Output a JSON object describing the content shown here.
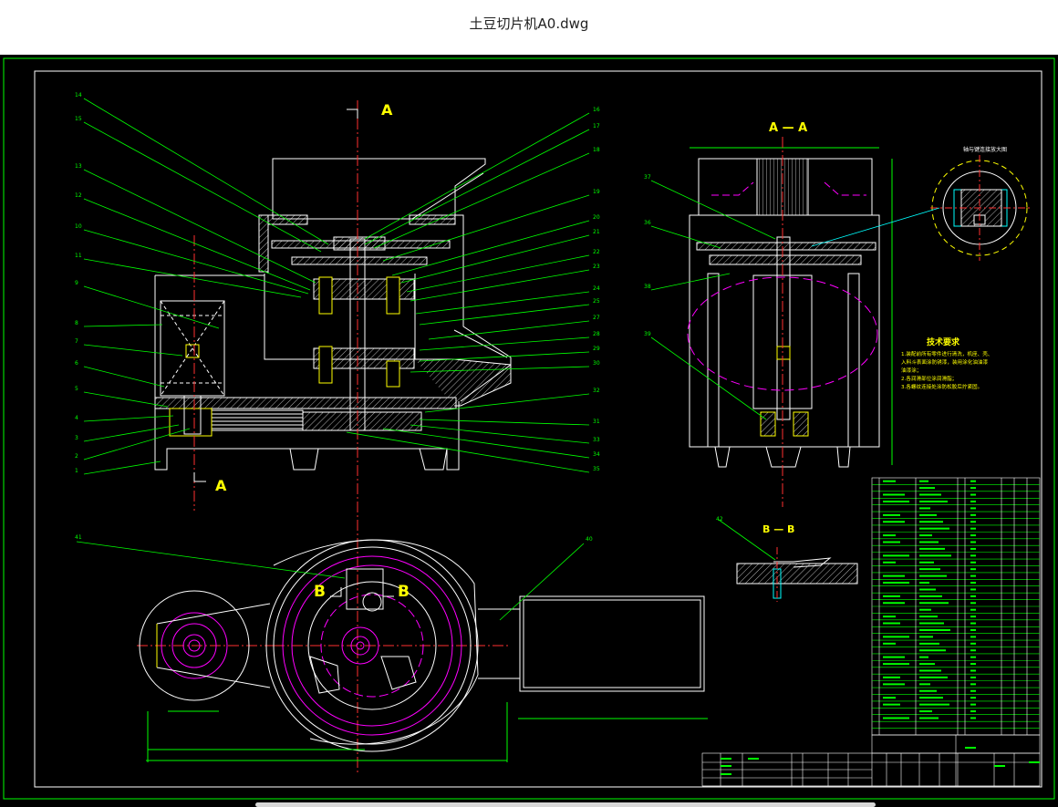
{
  "window": {
    "title": "土豆切片机A0.dwg"
  },
  "colors": {
    "paper": "#000000",
    "green": "#00ff00",
    "white": "#ffffff",
    "yellow": "#ffff00",
    "magenta": "#ff00ff",
    "red": "#ff3030",
    "cyan": "#00ffff"
  },
  "views": {
    "section_a": "A",
    "section_aa": "A — A",
    "section_b": "B",
    "section_bb": "B — B"
  },
  "left_labels": [
    "14",
    "15",
    "13",
    "12",
    "10",
    "11",
    "9",
    "8",
    "7",
    "6",
    "5",
    "4",
    "3",
    "2",
    "1"
  ],
  "right_labels": [
    "16",
    "17",
    "18",
    "19",
    "20",
    "21",
    "22",
    "23",
    "24",
    "25",
    "27",
    "28",
    "29",
    "30",
    "32",
    "31",
    "33",
    "34",
    "35"
  ],
  "aa_labels": [
    "37",
    "36",
    "38",
    "39"
  ],
  "plan_labels": [
    "41",
    "40"
  ],
  "bb_label": "42",
  "notes": {
    "heading": "技术要求",
    "lines": [
      "1.装配前所有零件进行清洗，机座、壳、",
      "入料斗表面涂防锈漆，装用涂化油油漆",
      "油漆涂；",
      "2.各润滑部位涂润滑脂；",
      "3.各螺纹连接处涂防松胶后拧紧固。"
    ]
  },
  "detail_title": "轴与键连接放大图"
}
